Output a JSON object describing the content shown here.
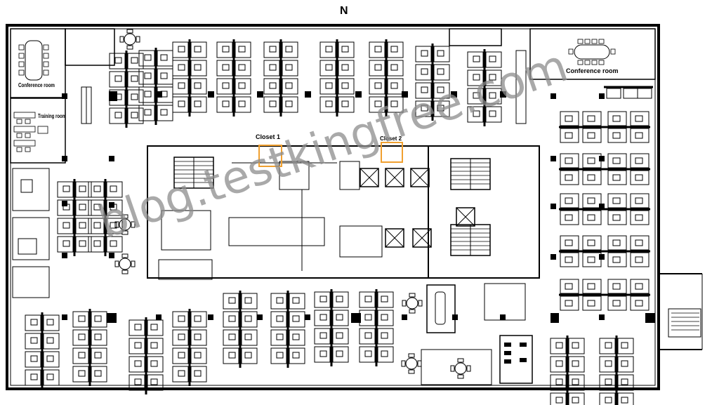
{
  "compass": "N",
  "rooms": {
    "conference_nw": "Conference room",
    "conference_ne": "Conference room",
    "training": "Training room"
  },
  "closets": {
    "closet1": "Closet 1",
    "closet2": "Closet 2",
    "highlight_color": "#f0a030"
  },
  "watermark": "blog.testkingfree.com"
}
